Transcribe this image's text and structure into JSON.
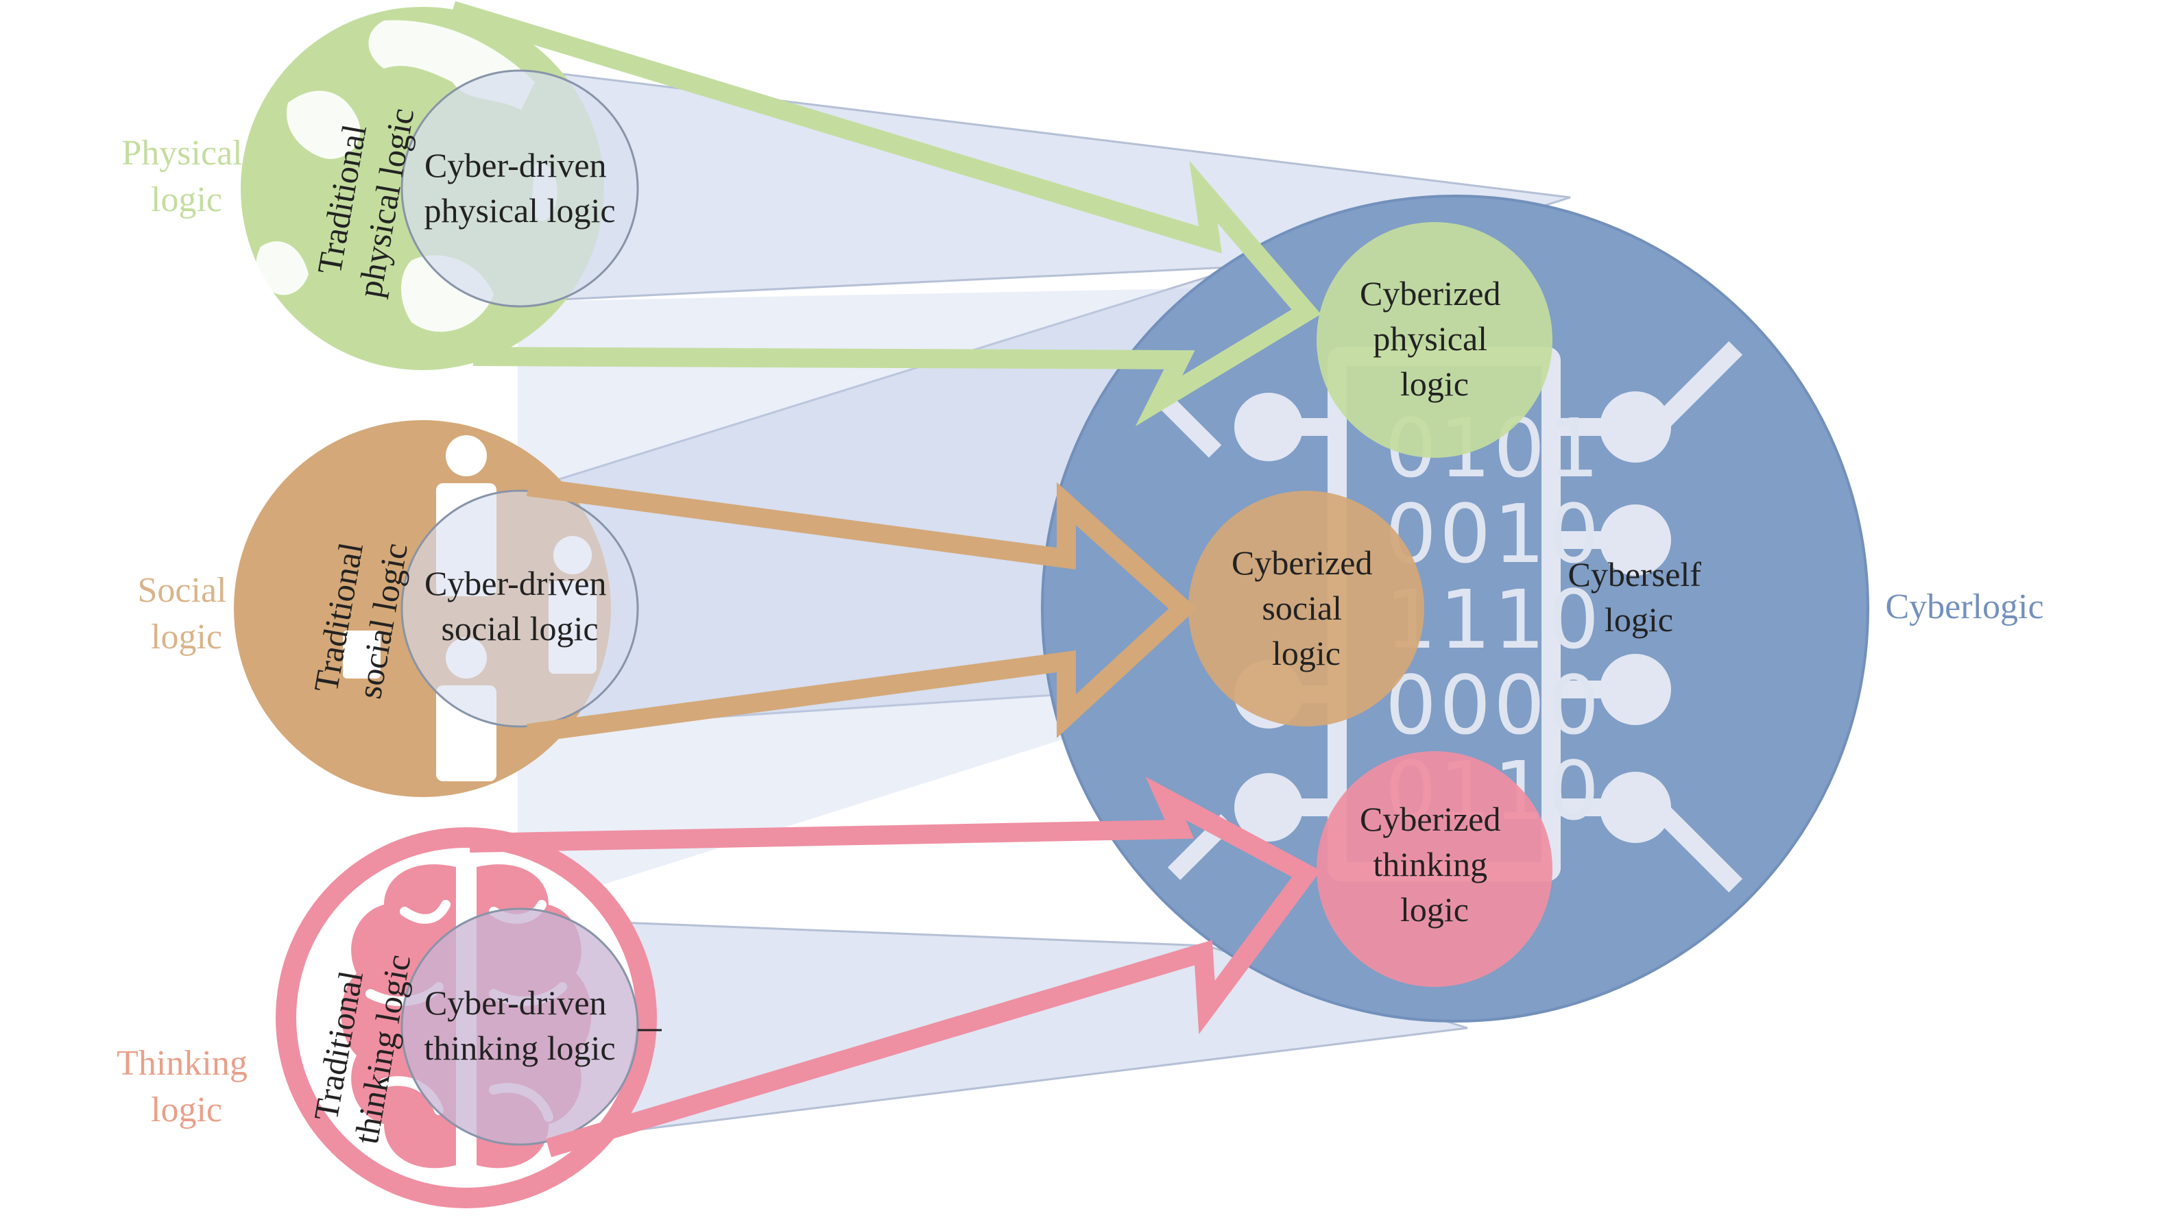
{
  "colors": {
    "physical": "#c4dd9f",
    "social": "#d4a878",
    "thinking": "#ef8fa2",
    "cyber": "#809ec6",
    "cone": "#c6d2ea",
    "chip": "#e1e6f2",
    "label_physical": "#c4dd9f",
    "label_social": "#d9b48a",
    "label_thinking": "#e8a08a",
    "label_cyber": "#7390bd"
  },
  "side_labels": {
    "physical": [
      "Physical",
      "logic"
    ],
    "social": [
      "Social",
      "logic"
    ],
    "thinking": [
      "Thinking",
      "logic"
    ],
    "cyber": "Cyberlogic"
  },
  "traditional": {
    "physical": [
      "Traditional",
      "physical logic"
    ],
    "social": [
      "Traditional",
      "social logic"
    ],
    "thinking": [
      "Traditional",
      "thinking logic"
    ]
  },
  "cyber_driven": {
    "physical": [
      "Cyber-driven",
      "physical logic"
    ],
    "social": [
      "Cyber-driven",
      "social logic"
    ],
    "thinking": [
      "Cyber-driven",
      "thinking logic"
    ]
  },
  "cyberized": {
    "physical": [
      "Cyberized",
      "physical",
      "logic"
    ],
    "social": [
      "Cyberized",
      "social",
      "logic"
    ],
    "thinking": [
      "Cyberized",
      "thinking",
      "logic"
    ]
  },
  "cyberself": [
    "Cyberself",
    "logic"
  ],
  "binary_rows": [
    "0101",
    "0010",
    "1110",
    "0000",
    "0110"
  ],
  "icons": {
    "physical": "globe-icon",
    "social": "people-icon",
    "thinking": "brain-icon",
    "cyber": "chip-icon"
  }
}
